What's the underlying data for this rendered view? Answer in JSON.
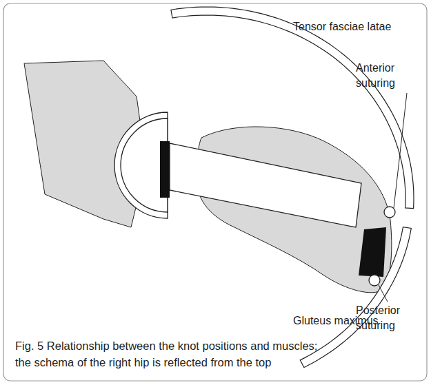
{
  "diagram": {
    "caption": "Fig. 5 Relationship between the knot positions and muscles; the schema of the right hip is reflected from the top",
    "labels": [
      "Tensor fasciae latae",
      "Anterior suturing",
      "Posterior suturing",
      "Gluteus maximus"
    ]
  }
}
